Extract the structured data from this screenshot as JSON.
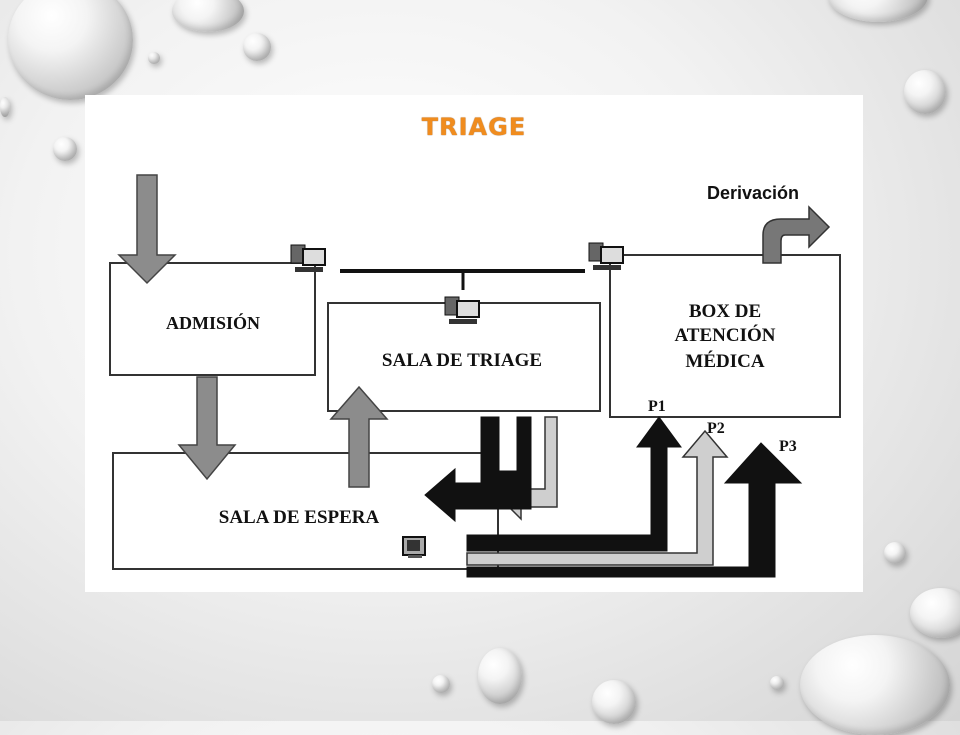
{
  "slide": {
    "title": "TRIAGE"
  },
  "diagram": {
    "admision": "ADMISIÓN",
    "sala_triage": "SALA DE TRIAGE",
    "sala_espera": "SALA DE ESPERA",
    "box_line1": "BOX DE",
    "box_line2": "ATENCIÓN",
    "box_line3": "MÉDICA",
    "derivacion": "Derivación",
    "p1": "P1",
    "p2": "P2",
    "p3": "P3"
  },
  "icons": [
    "computer-icon",
    "monitor-icon"
  ],
  "colors": {
    "title": "#f08c1e",
    "arrow_gray": "#8c8c8c",
    "arrow_light": "#c8c8c8",
    "arrow_dark": "#111111"
  }
}
